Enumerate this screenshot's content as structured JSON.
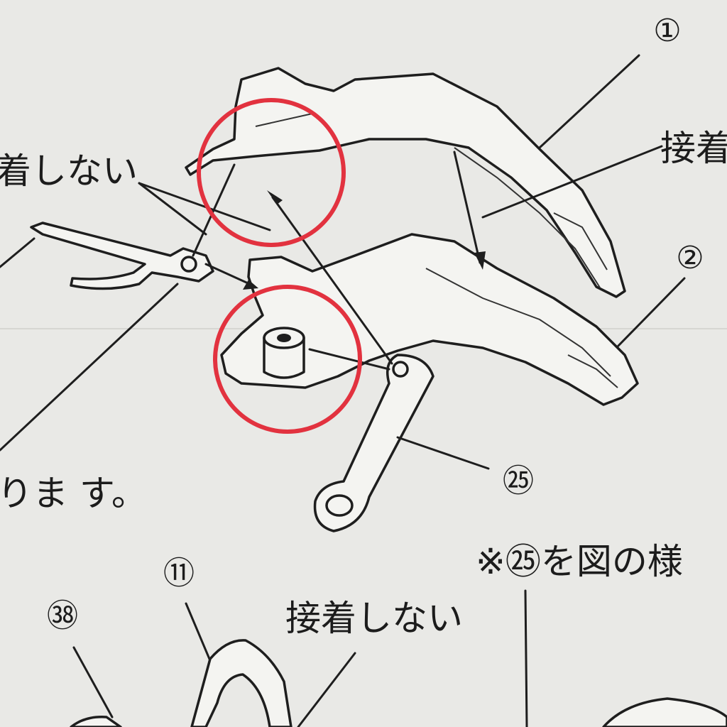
{
  "part_numbers": {
    "p1": "①",
    "p2": "②",
    "p25": "㉕",
    "p11": "⑪",
    "p38": "㊳"
  },
  "notes": {
    "no_glue_top_partial": "着しない",
    "glue_partial": "接着",
    "turns_partial": "りま す。",
    "no_glue_bottom": "接着しない",
    "instruction_partial": "※㉕を図の様"
  },
  "highlights": {
    "color": "#e2323f",
    "count": 2
  },
  "colors": {
    "paper": "#e9e9e6",
    "ink": "#1e1e1e"
  }
}
